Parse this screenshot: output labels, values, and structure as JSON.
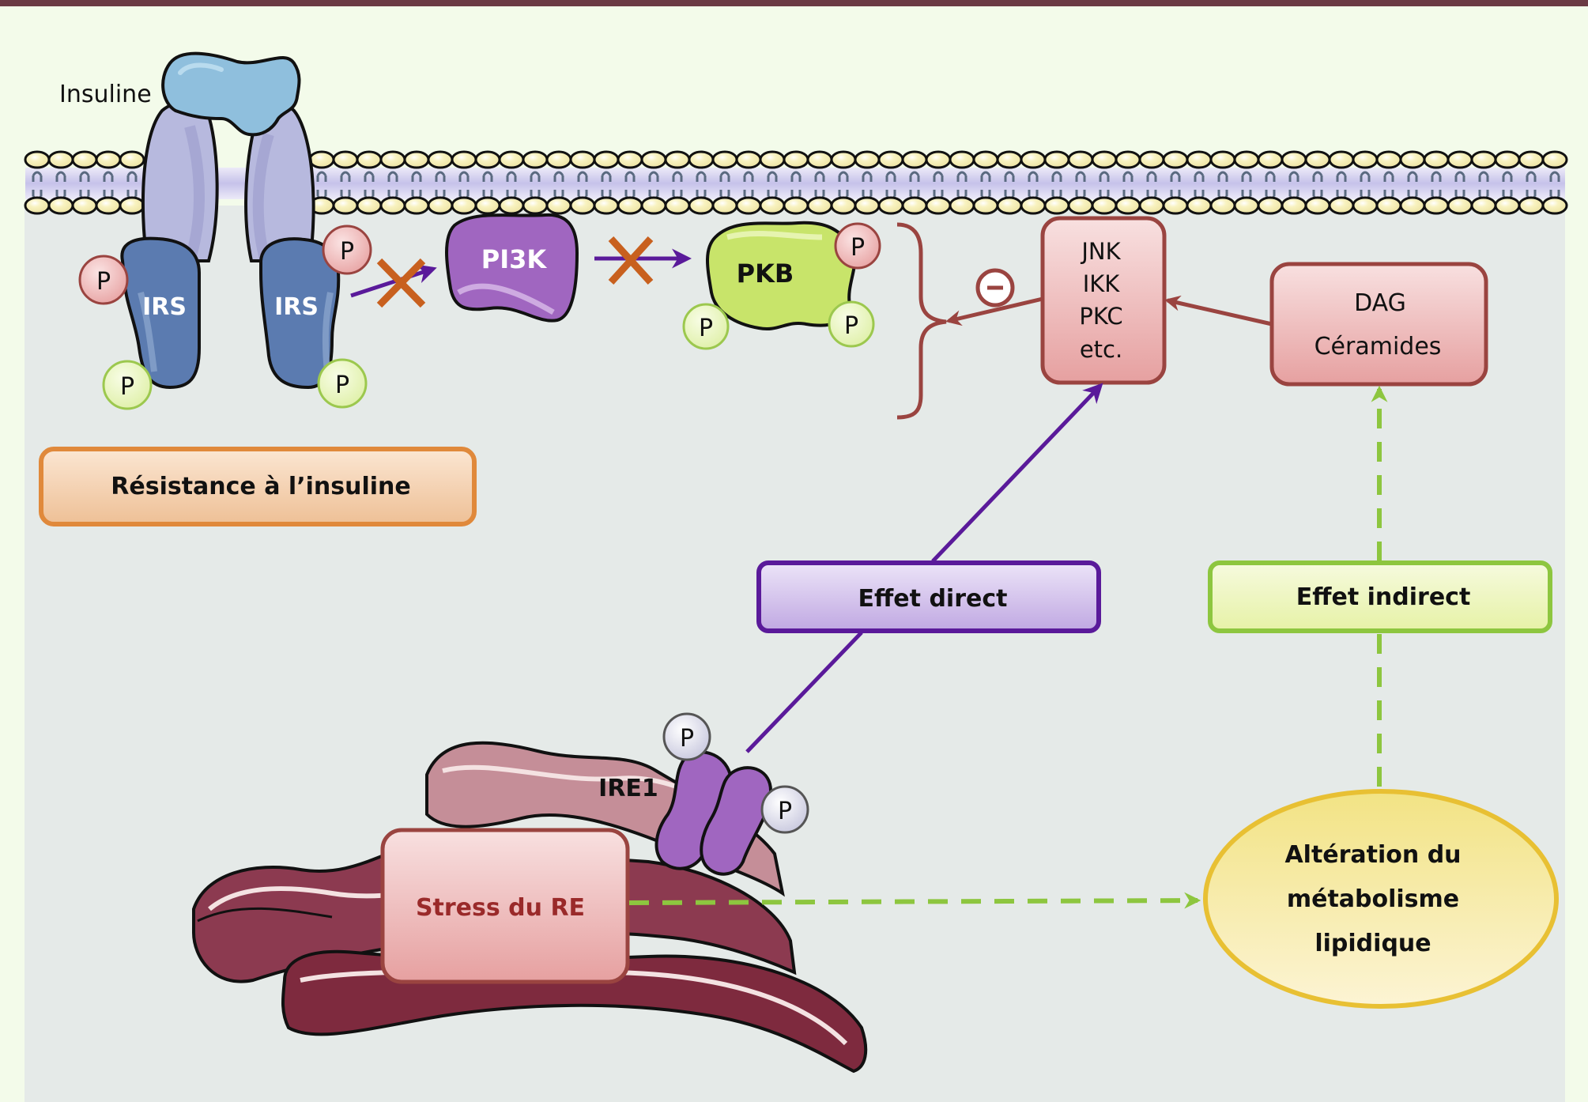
{
  "figure": {
    "colors": {
      "top_bar": "#6b3a44",
      "background": "#f3fbea",
      "cytoplasm": "#e5eae8",
      "membrane_band": "#c9c6ec",
      "lipid_head": "#f5eeb0",
      "receptor": "#b7b9de",
      "insulin": "#8fbfdd",
      "irs": "#5b7bb0",
      "pi3k": "#a066c0",
      "pkb": "#c8e46a",
      "p_red": "#eeb2b2",
      "p_green": "#e4f3b6",
      "p_grey": "#dcdceb",
      "inhibition_x": "#c8601e",
      "activation_arrow": "#5a1a9a",
      "kinase_box_border": "#9a4440",
      "resistance_box_border": "#e0893b",
      "direct_box_border": "#5a1a9a",
      "indirect_box_border": "#8dc63f",
      "lipid_ellipse_border": "#e8c033",
      "er": "#7e2a3e"
    },
    "labels": {
      "insulin": "Insuline",
      "irs_left": "IRS",
      "irs_right": "IRS",
      "pi3k": "PI3K",
      "pkb": "PKB",
      "phospho": "P",
      "minus": "−",
      "kinases": [
        "JNK",
        "IKK",
        "PKC",
        "etc."
      ],
      "lipids": [
        "DAG",
        "Céramides"
      ],
      "resistance": "Résistance à l’insuline",
      "direct_effect": "Effet direct",
      "indirect_effect": "Effet indirect",
      "ire1": "IRE1",
      "er_stress": "Stress du RE",
      "lipid_alteration": [
        "Altération du",
        "métabolisme",
        "lipidique"
      ]
    }
  }
}
